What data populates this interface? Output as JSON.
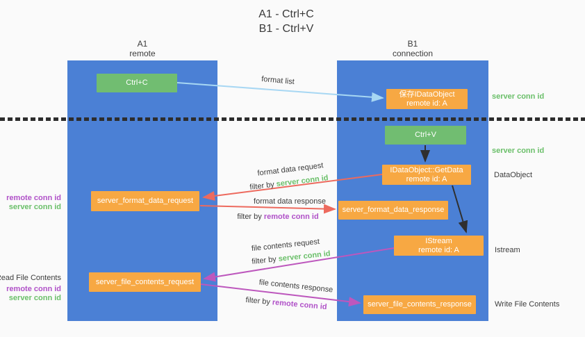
{
  "title": {
    "line1": "A1 - Ctrl+C",
    "line2": "B1 - Ctrl+V"
  },
  "columns": {
    "a1": {
      "name": "A1",
      "subtitle": "remote"
    },
    "b1": {
      "name": "B1",
      "subtitle": "connection"
    }
  },
  "nodes": {
    "ctrl_c": {
      "label": "Ctrl+C"
    },
    "save_idataobject": {
      "line1": "保存IDataObject",
      "line2": "remote id: A"
    },
    "ctrl_v": {
      "label": "Ctrl+V"
    },
    "getdata": {
      "line1": "IDataObject::GetData",
      "line2": "remote id: A"
    },
    "server_format_data_request": {
      "label": "server_format_data_request"
    },
    "server_format_data_response": {
      "label": "server_format_data_response"
    },
    "istream": {
      "line1": "IStream",
      "line2": "remote id: A"
    },
    "server_file_contents_request": {
      "label": "server_file_contents_request"
    },
    "server_file_contents_response": {
      "label": "server_file_contents_response"
    }
  },
  "flow_labels": {
    "format_list": "format list",
    "format_data_request": "format data request",
    "format_data_response": "format data response",
    "file_contents_request": "file contents request",
    "file_contents_response": "file contents response",
    "filter_by": "filter by"
  },
  "annotations": {
    "server_conn_id": "server conn id",
    "remote_conn_id": "remote conn id",
    "read_file_contents": "Read File Contents",
    "write_file_contents": "Write File Contents",
    "dataobject": "DataObject",
    "istream": "Istream"
  },
  "colors": {
    "column_blue": "#4b80d5",
    "node_green": "#71bd71",
    "node_orange": "#f7a843",
    "arrow_red": "#ed6a5e",
    "arrow_magenta": "#bd57bd",
    "arrow_light_blue": "#a7d7f3",
    "arrow_black": "#2f2f2f",
    "label_green": "#6abf69",
    "label_purple": "#b051c8",
    "text_dark": "#3c3c3c",
    "background": "#fafafa"
  }
}
